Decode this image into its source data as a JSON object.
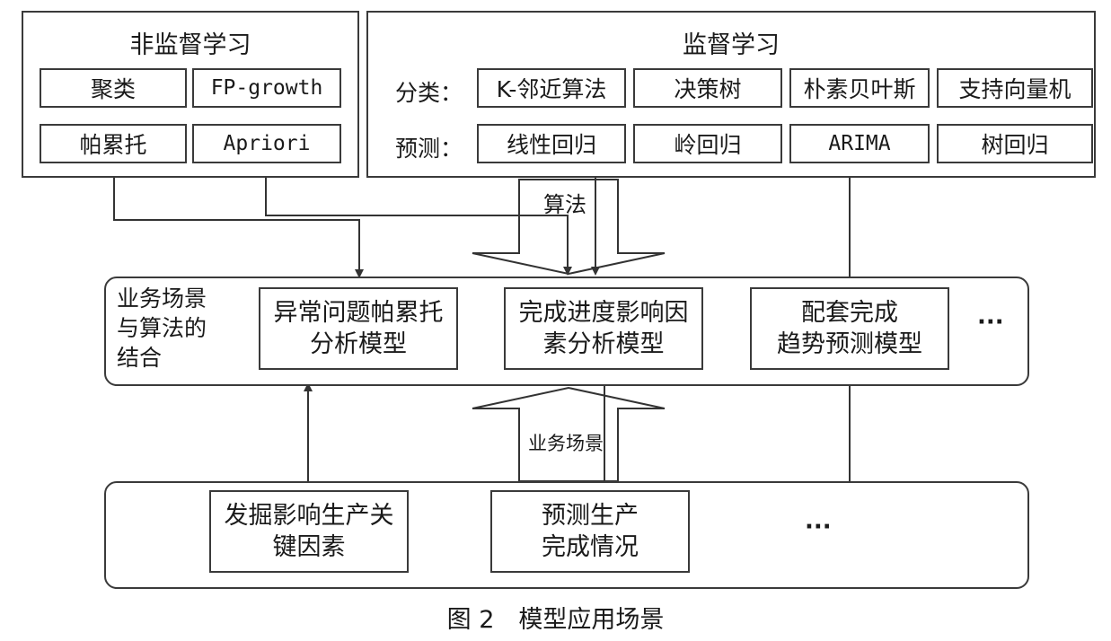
{
  "unsupervised": {
    "title": "非监督学习",
    "items": [
      "聚类",
      "FP-growth",
      "帕累托",
      "Apriori"
    ]
  },
  "supervised": {
    "title": "监督学习",
    "classification_label": "分类：",
    "classification": [
      "K-邻近算法",
      "决策树",
      "朴素贝叶斯",
      "支持向量机"
    ],
    "prediction_label": "预测：",
    "prediction": [
      "线性回归",
      "岭回归",
      "ARIMA",
      "树回归"
    ]
  },
  "arrows": {
    "algorithm_label": "算法",
    "scenario_label": "业务场景"
  },
  "combination": {
    "label_lines": [
      "业务场景",
      "与算法的",
      "结合"
    ],
    "models": [
      [
        "异常问题帕累托",
        "分析模型"
      ],
      [
        "完成进度影响因",
        "素分析模型"
      ],
      [
        "配套完成",
        "趋势预测模型"
      ]
    ],
    "ellipsis": "···"
  },
  "scenarios": {
    "items": [
      [
        "发掘影响生产关",
        "键因素"
      ],
      [
        "预测生产",
        "完成情况"
      ]
    ],
    "ellipsis": "···"
  },
  "caption": "图 2　模型应用场景"
}
